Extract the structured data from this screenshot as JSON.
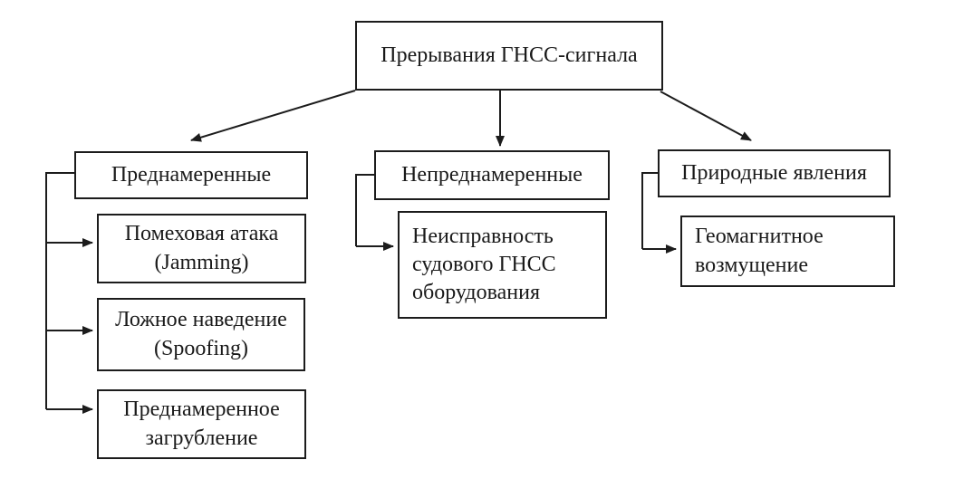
{
  "diagram": {
    "root": {
      "label": "Прерывания ГНСС-сигнала"
    },
    "branches": [
      {
        "label": "Преднамеренные",
        "children": [
          {
            "label": "Помеховая атака\n(Jamming)"
          },
          {
            "label": "Ложное наведение\n(Spoofing)"
          },
          {
            "label": "Преднамеренное\nзагрубление"
          }
        ]
      },
      {
        "label": "Непреднамеренные",
        "children": [
          {
            "label": "Неисправность\nсудового ГНСС\nоборудования"
          }
        ]
      },
      {
        "label": "Природные явления",
        "children": [
          {
            "label": "Геомагнитное\nвозмущение"
          }
        ]
      }
    ],
    "colors": {
      "line": "#1c1c1c",
      "text": "#1a1a1a",
      "background": "#ffffff"
    }
  }
}
